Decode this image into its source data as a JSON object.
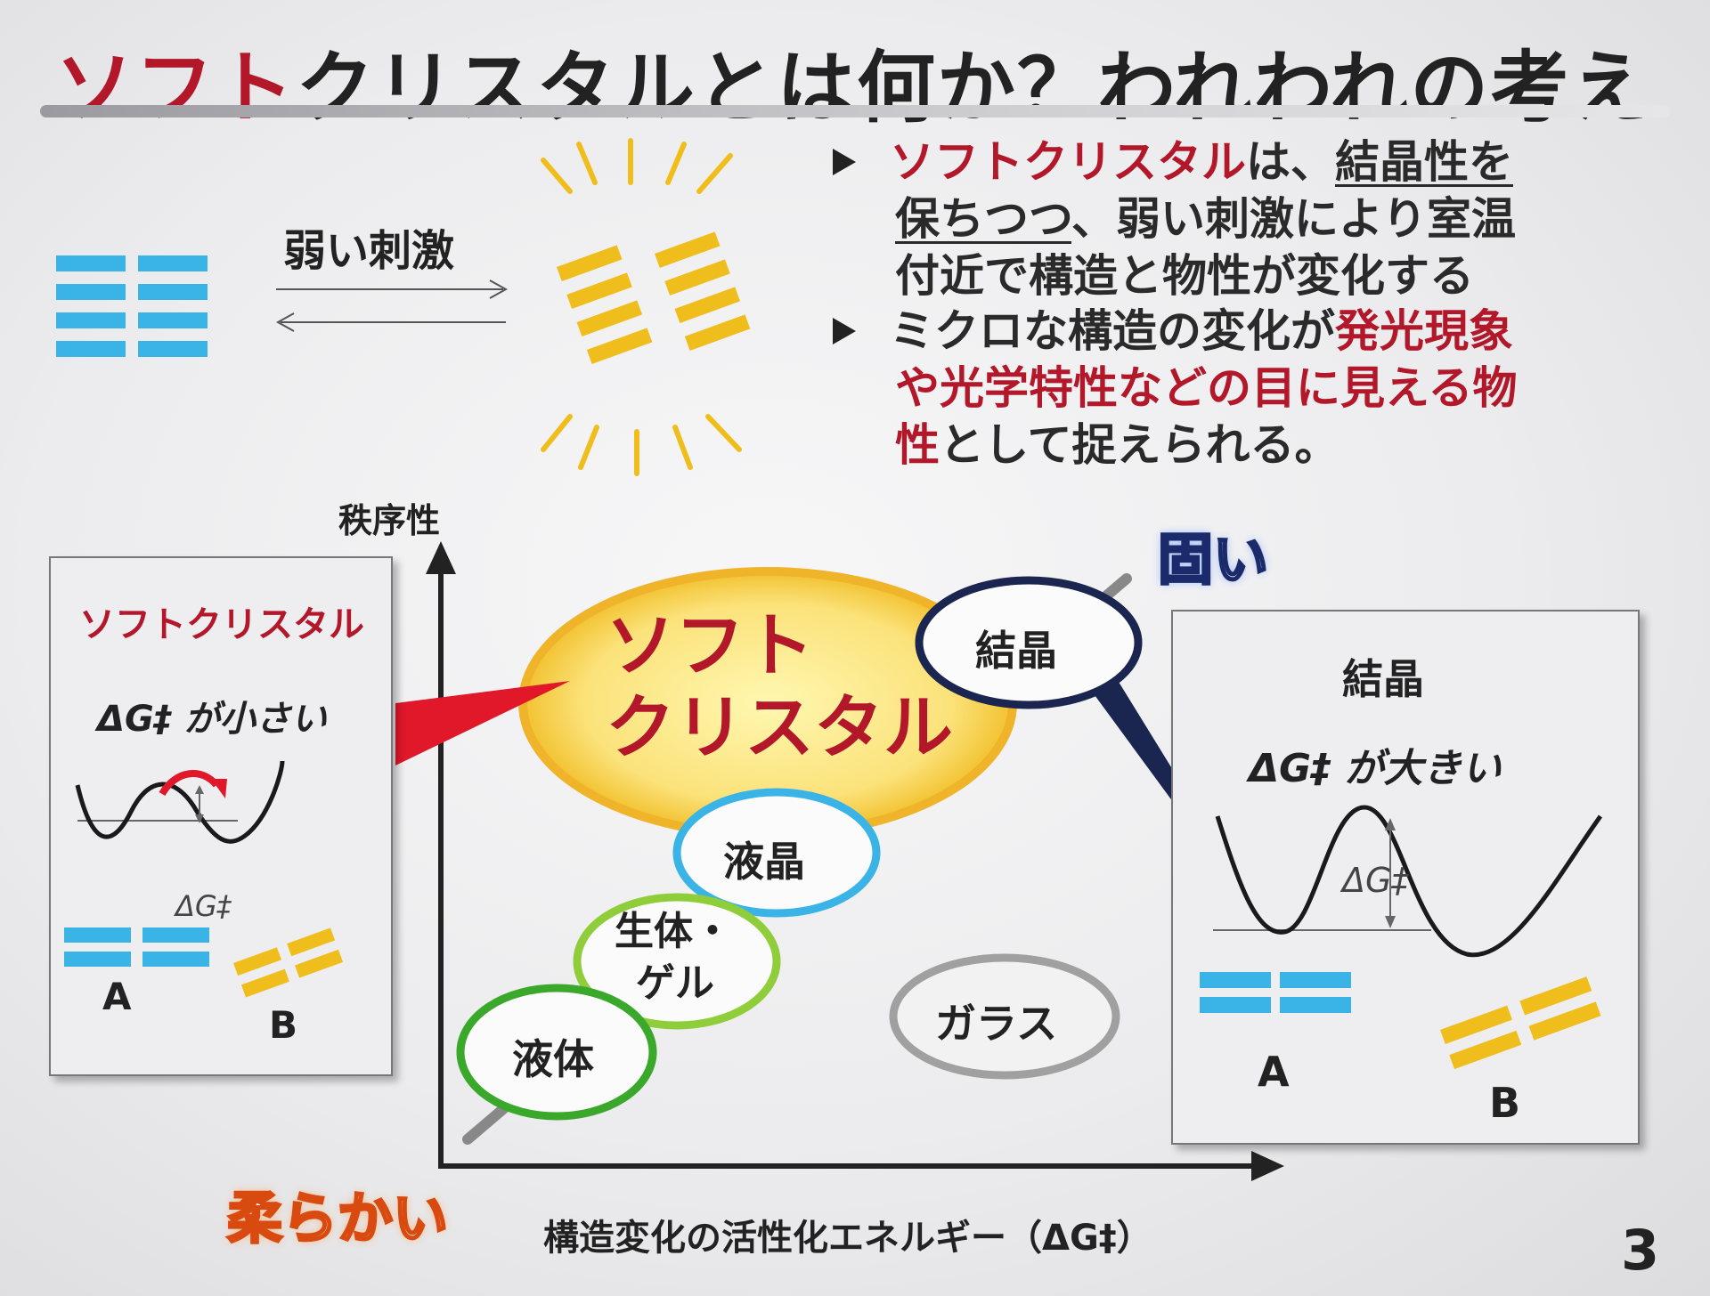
{
  "title": {
    "red_part": "ソフト",
    "rest": "クリスタルとは何か？われわれの考え"
  },
  "stimulus_label": "弱い刺激",
  "bullets": [
    {
      "l1_red": "ソフトクリスタル",
      "l1_a": "は、",
      "l1_ul": "結晶性を",
      "l2_ul": "保ちつつ",
      "l2_rest": "、弱い刺激により室温",
      "l3": "付近で構造と物性が変化する"
    },
    {
      "l1_a": "ミクロな構造の変化が",
      "l1_red": "発光現象",
      "l2_red": "や光学特性などの目に見える物",
      "l3_red": "性",
      "l3_rest": "として捉えられる。"
    }
  ],
  "axes": {
    "y_label": "秩序性",
    "x_label": "構造変化の活性化エネルギー（ΔG‡）"
  },
  "hard_label": "固い",
  "soft_label": "柔らかい",
  "soft_crystal_bubble": {
    "line1": "ソフト",
    "line2": "クリスタル"
  },
  "states": {
    "crystal": "結晶",
    "liquid_crystal": "液晶",
    "bio_gel_l1": "生体・",
    "bio_gel_l2": "ゲル",
    "liquid": "液体",
    "glass": "ガラス"
  },
  "left_panel": {
    "title": "ソフトクリスタル",
    "dg_text": "ΔG‡ が小さい",
    "dg_symbol": "ΔG‡",
    "a": "A",
    "b": "B"
  },
  "right_panel": {
    "title": "結晶",
    "dg_text": "ΔG‡ が大きい",
    "dg_symbol": "ΔG‡",
    "a": "A",
    "b": "B"
  },
  "page_number": "3",
  "colors": {
    "red": "#b3182a",
    "blue_bar": "#3ab4e6",
    "yellow_bar": "#f0be1c",
    "navy": "#1a2550",
    "green": "#3aa82a",
    "light_green": "#8fce3a",
    "cyan": "#3ab4e6",
    "gray": "#999999"
  }
}
